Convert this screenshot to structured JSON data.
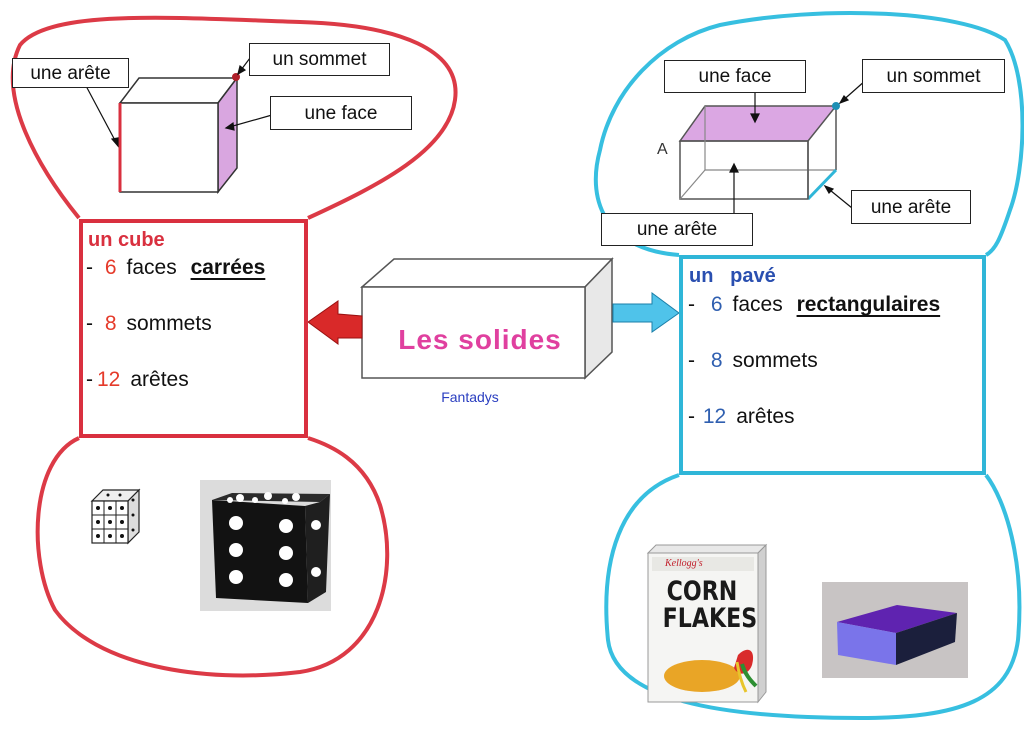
{
  "title": "Les solides",
  "credit": "Fantadys",
  "cube": {
    "title": "un  cube",
    "properties": [
      {
        "number": "6",
        "text": "faces",
        "emphasis": "carrées"
      },
      {
        "number": "8",
        "text": "sommets"
      },
      {
        "number": "12",
        "text": "arêtes"
      }
    ],
    "labels": {
      "edge": "une  arête",
      "vertex": "un  sommet",
      "face": "une  face"
    }
  },
  "pave": {
    "title": "un   pavé",
    "properties": [
      {
        "number": "6",
        "text": "faces",
        "emphasis": "rectangulaires"
      },
      {
        "number": "8",
        "text": "sommets"
      },
      {
        "number": "12",
        "text": "arêtes"
      }
    ],
    "labels": {
      "face": "une  face",
      "vertex": "un  sommet",
      "edge_right": "une  arête",
      "edge_bottom": "une  arête",
      "vertex_name": "A"
    }
  },
  "box_art": {
    "brand": "Kellogg's",
    "product": [
      "CORN",
      "FLAKES"
    ]
  },
  "colors": {
    "cube": "#d9303f",
    "pave": "#2fb6d8",
    "title": "#e0409f",
    "cube_number": "#e53a2a",
    "pave_number": "#2f5fb0",
    "pave_title": "#2a4fb0"
  }
}
